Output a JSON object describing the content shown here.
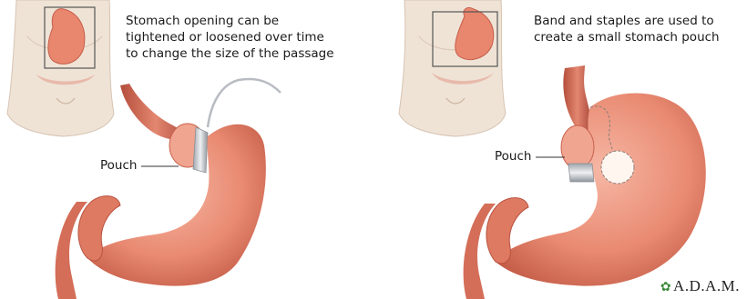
{
  "panels": [
    {
      "caption_lines": [
        "Stomach opening can be",
        "tightened or loosened over time",
        "to change the size of the passage"
      ],
      "pouch_label": "Pouch"
    },
    {
      "caption_lines": [
        "Band and staples are used to",
        "create a small stomach pouch"
      ],
      "pouch_label": "Pouch"
    }
  ],
  "brand": {
    "name": "A.D.A.M.",
    "icon": "leaf-icon"
  },
  "colors": {
    "stomach": "#e98a72",
    "stomach_shadow": "#c8604c",
    "band": "#c9cdd2",
    "skin": "#efe3d6",
    "text": "#1a1a1a"
  }
}
